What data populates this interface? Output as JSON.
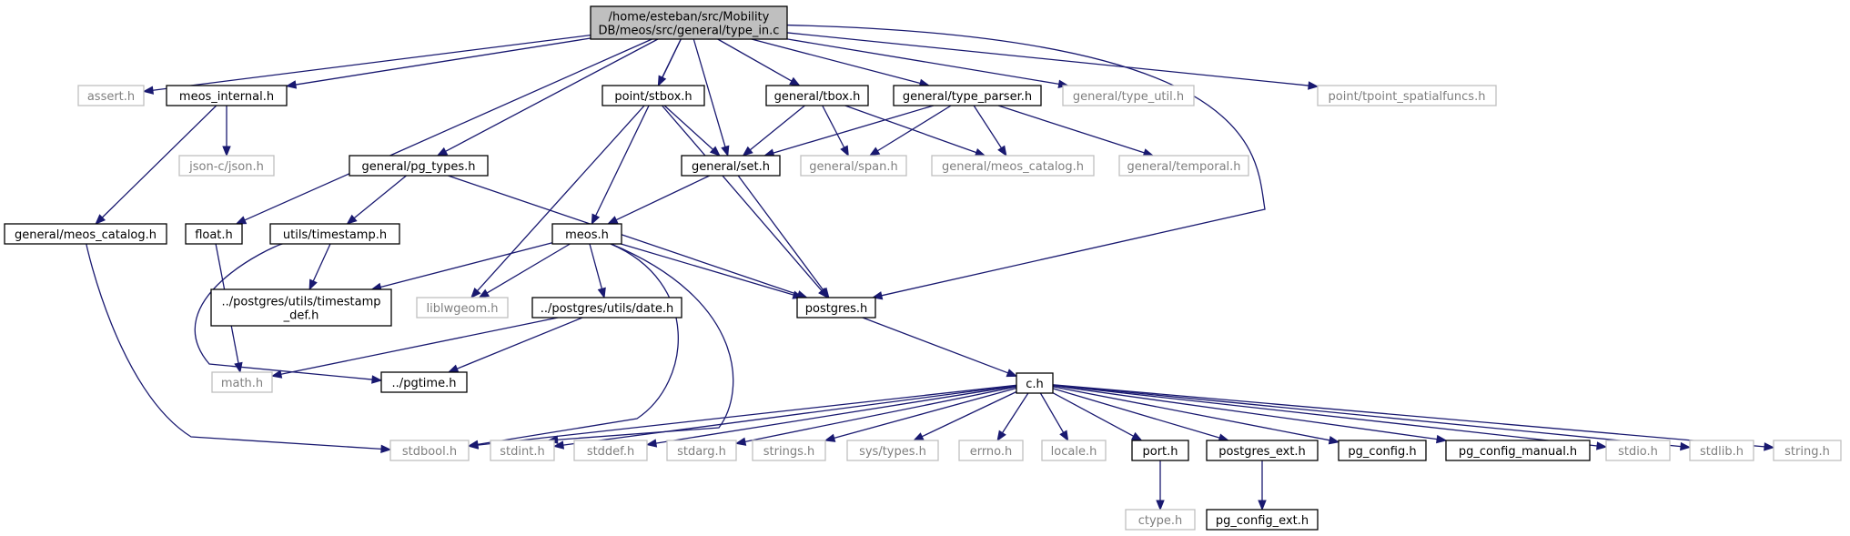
{
  "colors": {
    "edge": "#191970",
    "root_fill": "#bfbfbf",
    "border_include": "#000000",
    "border_external": "#bfbfbf",
    "text_external": "#7f7f7f"
  },
  "nodes": {
    "root": {
      "lines": [
        "/home/esteban/src/Mobility",
        "DB/meos/src/general/type_in.c"
      ]
    },
    "assert": {
      "lines": [
        "assert.h"
      ]
    },
    "meos_internal": {
      "lines": [
        "meos_internal.h"
      ]
    },
    "float": {
      "lines": [
        "float.h"
      ]
    },
    "pg_types": {
      "lines": [
        "general/pg_types.h"
      ]
    },
    "meos": {
      "lines": [
        "meos.h"
      ]
    },
    "stbox": {
      "lines": [
        "point/stbox.h"
      ]
    },
    "set": {
      "lines": [
        "general/set.h"
      ]
    },
    "tbox": {
      "lines": [
        "general/tbox.h"
      ]
    },
    "type_parser": {
      "lines": [
        "general/type_parser.h"
      ]
    },
    "type_util": {
      "lines": [
        "general/type_util.h"
      ]
    },
    "tpoint_spatial": {
      "lines": [
        "point/tpoint_spatialfuncs.h"
      ]
    },
    "postgres": {
      "lines": [
        "postgres.h"
      ]
    },
    "json": {
      "lines": [
        "json-c/json.h"
      ]
    },
    "meos_catalog_l": {
      "lines": [
        "general/meos_catalog.h"
      ]
    },
    "stdbool": {
      "lines": [
        "stdbool.h"
      ]
    },
    "math": {
      "lines": [
        "math.h"
      ]
    },
    "timestamp": {
      "lines": [
        "utils/timestamp.h"
      ]
    },
    "timestamp_def": {
      "lines": [
        "../postgres/utils/timestamp",
        "_def.h"
      ]
    },
    "pgtime": {
      "lines": [
        "../pgtime.h"
      ]
    },
    "liblwgeom": {
      "lines": [
        "liblwgeom.h"
      ]
    },
    "date": {
      "lines": [
        "../postgres/utils/date.h"
      ]
    },
    "stdint": {
      "lines": [
        "stdint.h"
      ]
    },
    "span": {
      "lines": [
        "general/span.h"
      ]
    },
    "meos_catalog_r": {
      "lines": [
        "general/meos_catalog.h"
      ]
    },
    "temporal": {
      "lines": [
        "general/temporal.h"
      ]
    },
    "c": {
      "lines": [
        "c.h"
      ]
    },
    "stddef": {
      "lines": [
        "stddef.h"
      ]
    },
    "stdarg": {
      "lines": [
        "stdarg.h"
      ]
    },
    "strings": {
      "lines": [
        "strings.h"
      ]
    },
    "systypes": {
      "lines": [
        "sys/types.h"
      ]
    },
    "errno": {
      "lines": [
        "errno.h"
      ]
    },
    "locale": {
      "lines": [
        "locale.h"
      ]
    },
    "port": {
      "lines": [
        "port.h"
      ]
    },
    "postgres_ext": {
      "lines": [
        "postgres_ext.h"
      ]
    },
    "pg_config": {
      "lines": [
        "pg_config.h"
      ]
    },
    "pg_config_manual": {
      "lines": [
        "pg_config_manual.h"
      ]
    },
    "stdio": {
      "lines": [
        "stdio.h"
      ]
    },
    "stdlib": {
      "lines": [
        "stdlib.h"
      ]
    },
    "string": {
      "lines": [
        "string.h"
      ]
    },
    "ctype": {
      "lines": [
        "ctype.h"
      ]
    },
    "pg_config_ext": {
      "lines": [
        "pg_config_ext.h"
      ]
    }
  },
  "edges": [
    [
      "root",
      "assert"
    ],
    [
      "root",
      "meos_internal"
    ],
    [
      "root",
      "float"
    ],
    [
      "root",
      "pg_types"
    ],
    [
      "root",
      "meos"
    ],
    [
      "root",
      "stbox"
    ],
    [
      "root",
      "set"
    ],
    [
      "root",
      "tbox"
    ],
    [
      "root",
      "type_parser"
    ],
    [
      "root",
      "type_util"
    ],
    [
      "root",
      "tpoint_spatial"
    ],
    [
      "root",
      "postgres"
    ],
    [
      "meos_internal",
      "json"
    ],
    [
      "meos_internal",
      "meos_catalog_l"
    ],
    [
      "meos_catalog_l",
      "stdbool"
    ],
    [
      "float",
      "math"
    ],
    [
      "pg_types",
      "timestamp"
    ],
    [
      "pg_types",
      "postgres"
    ],
    [
      "timestamp",
      "timestamp_def"
    ],
    [
      "timestamp",
      "pgtime"
    ],
    [
      "stbox",
      "set"
    ],
    [
      "stbox",
      "liblwgeom"
    ],
    [
      "stbox",
      "postgres"
    ],
    [
      "tbox",
      "set"
    ],
    [
      "tbox",
      "span"
    ],
    [
      "tbox",
      "meos_catalog_r"
    ],
    [
      "type_parser",
      "set"
    ],
    [
      "type_parser",
      "span"
    ],
    [
      "type_parser",
      "meos_catalog_r"
    ],
    [
      "type_parser",
      "temporal"
    ],
    [
      "set",
      "meos"
    ],
    [
      "set",
      "postgres"
    ],
    [
      "meos",
      "timestamp_def"
    ],
    [
      "meos",
      "liblwgeom"
    ],
    [
      "meos",
      "date"
    ],
    [
      "meos",
      "postgres"
    ],
    [
      "meos",
      "stdbool"
    ],
    [
      "meos",
      "stdint"
    ],
    [
      "date",
      "math"
    ],
    [
      "date",
      "pgtime"
    ],
    [
      "postgres",
      "c"
    ],
    [
      "c",
      "stdbool"
    ],
    [
      "c",
      "stdint"
    ],
    [
      "c",
      "stddef"
    ],
    [
      "c",
      "stdarg"
    ],
    [
      "c",
      "strings"
    ],
    [
      "c",
      "systypes"
    ],
    [
      "c",
      "errno"
    ],
    [
      "c",
      "locale"
    ],
    [
      "c",
      "port"
    ],
    [
      "c",
      "postgres_ext"
    ],
    [
      "c",
      "pg_config"
    ],
    [
      "c",
      "pg_config_manual"
    ],
    [
      "c",
      "stdio"
    ],
    [
      "c",
      "stdlib"
    ],
    [
      "c",
      "string"
    ],
    [
      "port",
      "ctype"
    ],
    [
      "postgres_ext",
      "pg_config_ext"
    ]
  ]
}
